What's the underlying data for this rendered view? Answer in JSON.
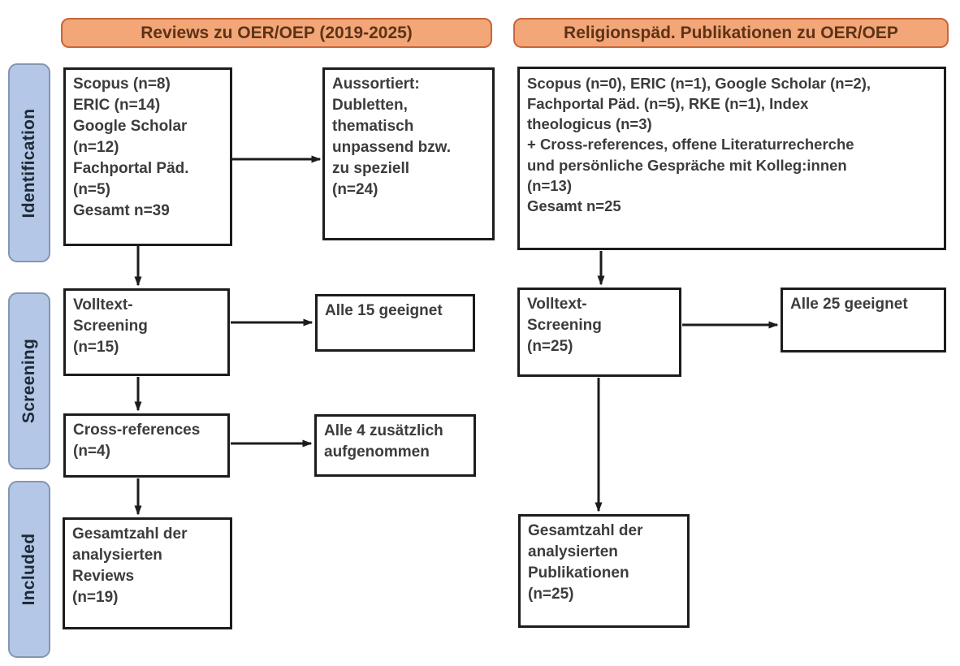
{
  "diagram": {
    "headers": {
      "left": "Reviews zu OER/OEP (2019-2025)",
      "right": "Religionspäd. Publikationen zu OER/OEP"
    },
    "stages": {
      "identification": "Identification",
      "screening": "Screening",
      "included": "Included"
    },
    "left_column": {
      "sources": "Scopus (n=8)\nERIC (n=14)\nGoogle Scholar\n(n=12)\nFachportal Päd.\n(n=5)\nGesamt n=39",
      "excluded": "Aussortiert:\nDubletten,\nthematisch\nunpassend bzw.\nzu speziell\n(n=24)",
      "fulltext_screening": "Volltext-\nScreening\n(n=15)",
      "screening_result": "Alle 15 geeignet",
      "cross_references": "Cross-references\n(n=4)",
      "cross_references_result": "Alle 4 zusätzlich\naufgenommen",
      "included_total": "Gesamtzahl der\nanalysierten\nReviews\n(n=19)"
    },
    "right_column": {
      "sources": "Scopus (n=0), ERIC (n=1), Google Scholar (n=2),\nFachportal Päd. (n=5), RKE (n=1), Index\ntheologicus (n=3)\n+ Cross-references, offene Literaturrecherche\nund persönliche Gespräche mit Kolleg:innen\n(n=13)\nGesamt n=25",
      "fulltext_screening": "Volltext-\nScreening\n(n=25)",
      "screening_result": "Alle 25 geeignet",
      "included_total": "Gesamtzahl der\nanalysierten\nPublikationen\n(n=25)"
    },
    "colors": {
      "background": "#FFFFFF",
      "header_fill": "#F3A678",
      "header_border": "#C8653A",
      "header_text": "#5C3317",
      "stage_fill": "#B4C7E7",
      "stage_border": "#8496B0",
      "stage_text": "#1E2936",
      "box_border": "#1C1C1C",
      "box_text": "#3C3C3C",
      "arrow": "#1C1C1C"
    }
  }
}
